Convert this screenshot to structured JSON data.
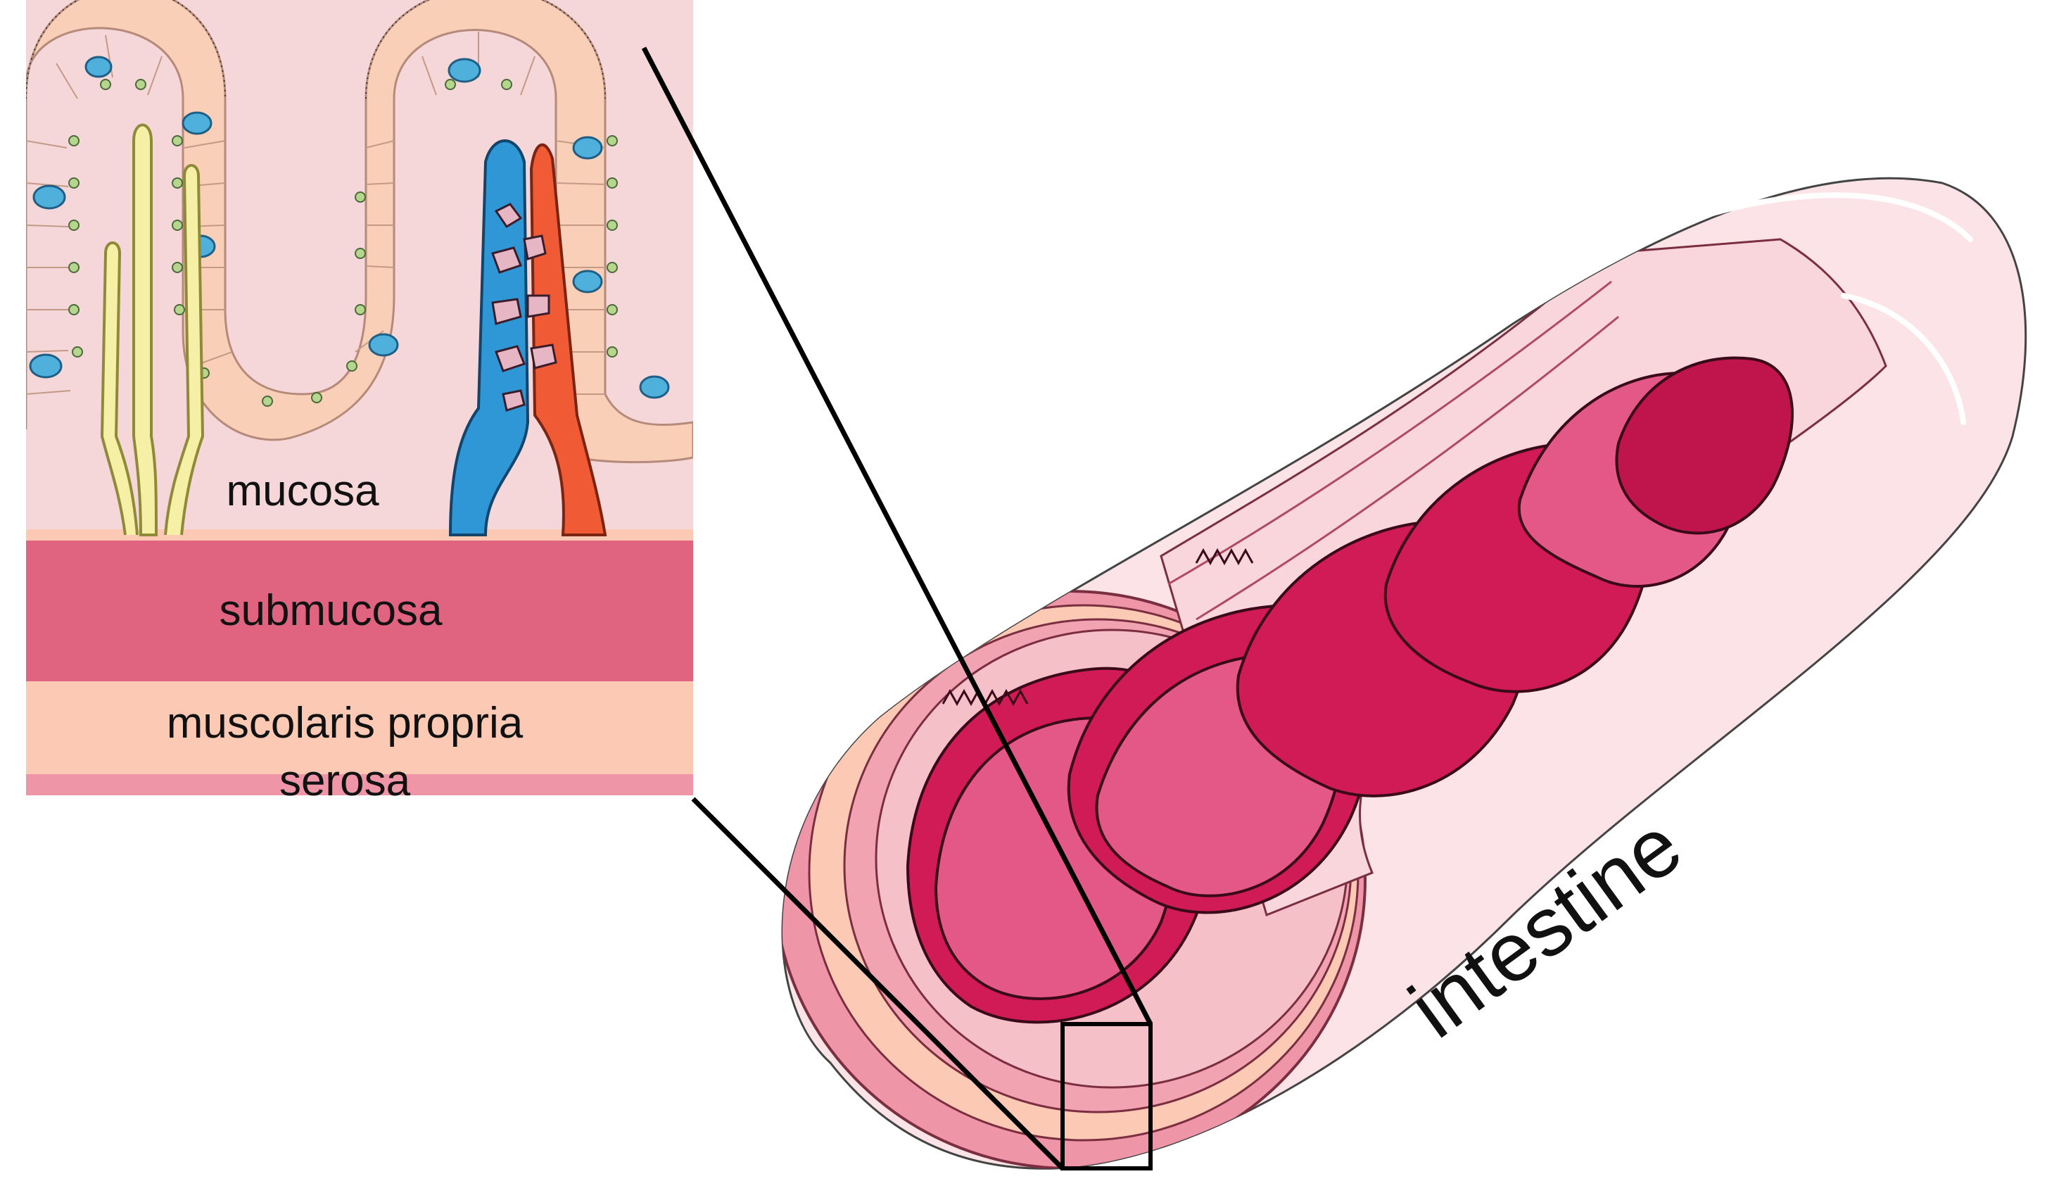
{
  "labels": {
    "mucosa": "mucosa",
    "submucosa": "submucosa",
    "muscularis": "muscolaris propria",
    "serosa": "serosa",
    "organ": "intestine"
  },
  "colors": {
    "mucosa_bg": "#f5d6d9",
    "submucosa": "#e06380",
    "muscularis": "#fbc9b4",
    "serosa": "#ee95a8",
    "epithelium": "#f9cfb8",
    "goblet": "#4fb0dc",
    "lacteal": "#f5f0a5",
    "artery": "#f05a35",
    "vein": "#2f97d6",
    "lumen_fold": "#d01b57",
    "lumen_fold_light": "#e35886",
    "outer_wall": "#fbe3e7",
    "ink": "#111111"
  },
  "icons": {
    "villus_left": "villus-with-lacteal",
    "villus_right": "villus-with-capillaries",
    "zoom_box": "magnification-box"
  }
}
